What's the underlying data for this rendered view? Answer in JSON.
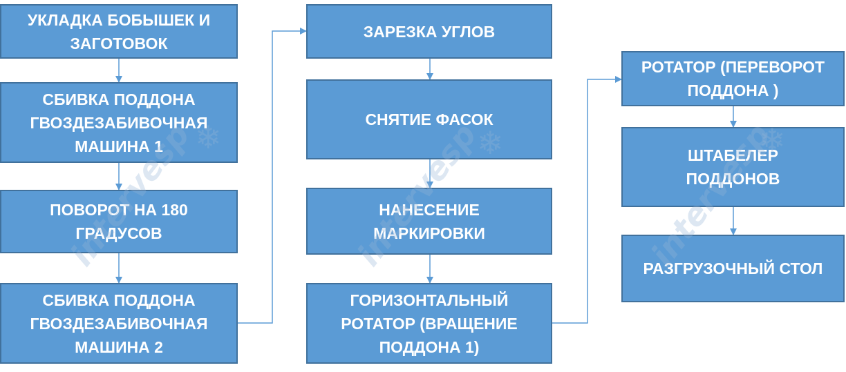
{
  "diagram": {
    "box_fill": "#5b9bd5",
    "box_border": "#41719c",
    "text_color": "#ffffff",
    "connector_color": "#5b9bd5",
    "steps": [
      {
        "id": "s1",
        "label": "УКЛАДКА БОБЫШЕК И\nЗАГОТОВОК"
      },
      {
        "id": "s2",
        "label": "СБИВКА ПОДДОНА\nГВОЗДЕЗАБИВОЧНАЯ\nМАШИНА 1"
      },
      {
        "id": "s3",
        "label": "ПОВОРОТ НА 180\nГРАДУСОВ"
      },
      {
        "id": "s4",
        "label": "СБИВКА ПОДДОНА\nГВОЗДЕЗАБИВОЧНАЯ\nМАШИНА 2"
      },
      {
        "id": "s5",
        "label": "ЗАРЕЗКА УГЛОВ"
      },
      {
        "id": "s6",
        "label": "СНЯТИЕ ФАСОК"
      },
      {
        "id": "s7",
        "label": "НАНЕСЕНИЕ\nМАРКИРОВКИ"
      },
      {
        "id": "s8",
        "label": "ГОРИЗОНТАЛЬНЫЙ\nРОТАТОР (ВРАЩЕНИЕ\nПОДДОНА 1)"
      },
      {
        "id": "s9",
        "label": "РОТАТОР (ПЕРЕВОРОТ\nПОДДОНА )"
      },
      {
        "id": "s10",
        "label": "ШТАБЕЛЕР\nПОДДОНОВ"
      },
      {
        "id": "s11",
        "label": "РАЗГРУЗОЧНЫЙ СТОЛ"
      }
    ],
    "flow": [
      [
        "s1",
        "s2"
      ],
      [
        "s2",
        "s3"
      ],
      [
        "s3",
        "s4"
      ],
      [
        "s4",
        "s5"
      ],
      [
        "s5",
        "s6"
      ],
      [
        "s6",
        "s7"
      ],
      [
        "s7",
        "s8"
      ],
      [
        "s8",
        "s9"
      ],
      [
        "s9",
        "s10"
      ],
      [
        "s10",
        "s11"
      ]
    ]
  },
  "watermark": {
    "text": "intervesp",
    "star_glyph": "❄"
  }
}
